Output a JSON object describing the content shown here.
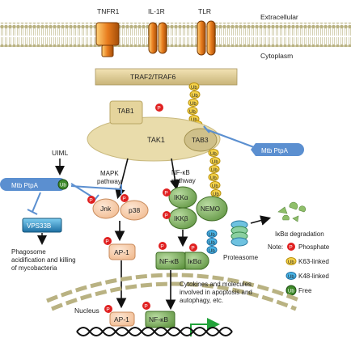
{
  "receptors": [
    "TNFR1",
    "IL-1R",
    "TLR"
  ],
  "compartments": {
    "extracellular": "Extracellular",
    "cytoplasm": "Cytoplasm",
    "nucleus": "Nucleus"
  },
  "complexes": {
    "traf": "TRAF2/TRAF6",
    "tab1": "TAB1",
    "tak1": "TAK1",
    "tab3": "TAB3",
    "mtb_ptpa_right": "Mtb PtpA",
    "mtb_ptpa_left": "Mtb PtpA",
    "uiml": "UIML",
    "vps33b": "VPS33B",
    "jnk": "Jnk",
    "p38": "p38",
    "ap1_cyto": "AP-1",
    "ap1_nuc": "AP-1",
    "ikka": "IKKα",
    "ikkb": "IKKβ",
    "nemo": "NEMO",
    "nfkb_cyto": "NF-κB",
    "ikba": "IκBα",
    "nfkb_nuc": "NF-κB",
    "proteasome": "Proteasome"
  },
  "pathways": {
    "mapk": [
      "MAPK",
      "pathway"
    ],
    "nfkb": [
      "NF-κB",
      "pathway"
    ]
  },
  "annotations": {
    "ikba_degradation": "IκBα degradation",
    "phagosome": [
      "Phagosome",
      "acidification and killing",
      "of mycobacteria"
    ],
    "cytokines": [
      "Cytokines and molecules",
      "involved in apoptosis and",
      "autophagy, etc."
    ]
  },
  "marks": {
    "phosphate": "P",
    "ubiquitin": "Ub"
  },
  "legend": {
    "title": "Note:",
    "items": [
      {
        "label": "Phosphate",
        "symbol": "P",
        "color": "#e02020"
      },
      {
        "label": "K63-linked",
        "symbol": "Ub",
        "color": "#f0c000"
      },
      {
        "label": "K48-linked",
        "symbol": "Ub",
        "color": "#33aadd"
      },
      {
        "label": "Free",
        "symbol": "Ub",
        "color": "#3f8a2a"
      }
    ]
  },
  "colors": {
    "membrane_head": "#b9b282",
    "traf_bar": "#d6c48a",
    "tak1": "#e9dcab",
    "receptor_orange": "#e87c1e",
    "green_box": "#6fa048",
    "pink": "#f6c9a6",
    "blue_box": "#2d8bc0",
    "phosphate": "#e02020",
    "ub_k63": "#f0c000",
    "ub_k48": "#33aadd",
    "inhibit_blue": "#5b8fd0"
  }
}
